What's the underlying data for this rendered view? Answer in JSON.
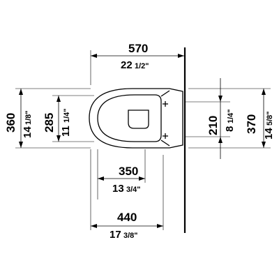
{
  "drawing": {
    "dimensions": {
      "overall_width": {
        "mm": "570",
        "inch": "22",
        "frac": "1/2\""
      },
      "bowl_depth": {
        "mm": "350",
        "inch": "13",
        "frac": "3/4\""
      },
      "fixing_depth": {
        "mm": "440",
        "inch": "17",
        "frac": "3/8\""
      },
      "outer_height": {
        "mm": "360",
        "inch": "14",
        "frac": "1/8\""
      },
      "inner_height": {
        "mm": "285",
        "inch": "11",
        "frac": "1/4\""
      },
      "right_inner_height": {
        "mm": "210",
        "inch": "8",
        "frac": "1/4\""
      },
      "right_outer_height": {
        "mm": "370",
        "inch": "14",
        "frac": "5/8\""
      }
    }
  }
}
